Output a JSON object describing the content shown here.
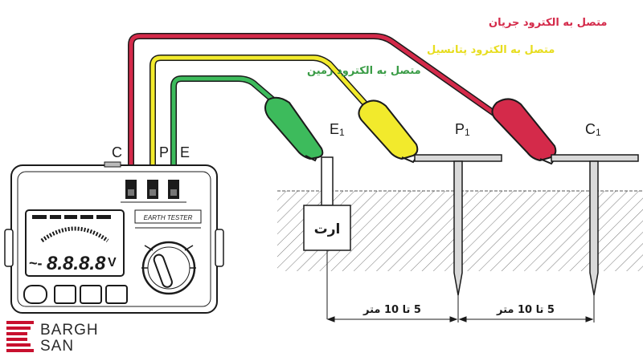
{
  "wires": {
    "current_label": "متصل به الکترود جریان",
    "potential_label": "متصل به الکترود پتانسیل",
    "earth_label": "متصل به الکترود زمین",
    "current_color": "#d42a4a",
    "potential_color": "#f2ea2c",
    "earth_color": "#3dbb5c",
    "label_colors": {
      "current": "#d42a4a",
      "potential": "#e7dd1f",
      "earth": "#3a9c46"
    }
  },
  "meter": {
    "terminals": [
      "C",
      "P",
      "E"
    ],
    "display_reading": "8.8.8.8",
    "display_unit": "V",
    "nameplate": "EARTH TESTER"
  },
  "electrodes": {
    "e1": {
      "letter": "E",
      "sub": "1"
    },
    "p1": {
      "letter": "P",
      "sub": "1"
    },
    "c1": {
      "letter": "C",
      "sub": "1"
    },
    "ground_box": "ارت"
  },
  "dimensions": [
    "5 تا 10 متر",
    "5 تا 10 متر"
  ],
  "logo": {
    "line1": "BARGH",
    "line2": "SAN",
    "color": "#c8102e"
  }
}
